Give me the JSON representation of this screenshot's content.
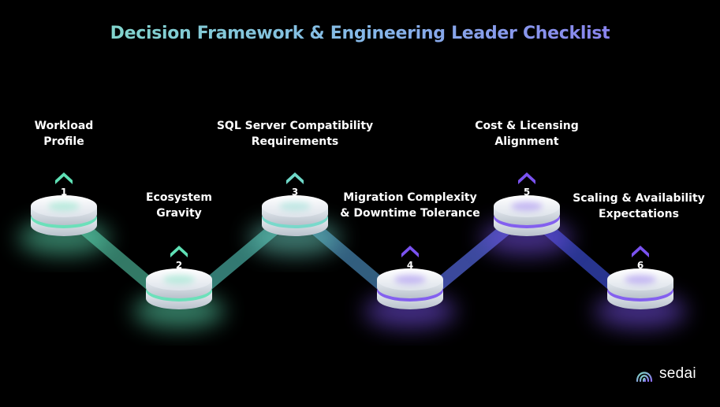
{
  "title": "Decision Framework & Engineering Leader Checklist",
  "colors": {
    "teal": "#5fe0b5",
    "cyan": "#6fd0e0",
    "purple": "#7a52f0",
    "background": "#000000"
  },
  "steps": [
    {
      "number": "1",
      "label_line1": "Workload",
      "label_line2": "Profile",
      "accent": "#5fe0b5"
    },
    {
      "number": "2",
      "label_line1": "Ecosystem",
      "label_line2": "Gravity",
      "accent": "#5fe0b5"
    },
    {
      "number": "3",
      "label_line1": "SQL Server Compatibility",
      "label_line2": "Requirements",
      "accent": "#6fd8c8"
    },
    {
      "number": "4",
      "label_line1": "Migration Complexity",
      "label_line2": "& Downtime Tolerance",
      "accent": "#7a52f0"
    },
    {
      "number": "5",
      "label_line1": "Cost & Licensing",
      "label_line2": "Alignment",
      "accent": "#7a52f0"
    },
    {
      "number": "6",
      "label_line1": "Scaling & Availability",
      "label_line2": "Expectations",
      "accent": "#7a52f0"
    }
  ],
  "brand": {
    "name": "sedai",
    "icon": "sedai-logo-icon"
  }
}
